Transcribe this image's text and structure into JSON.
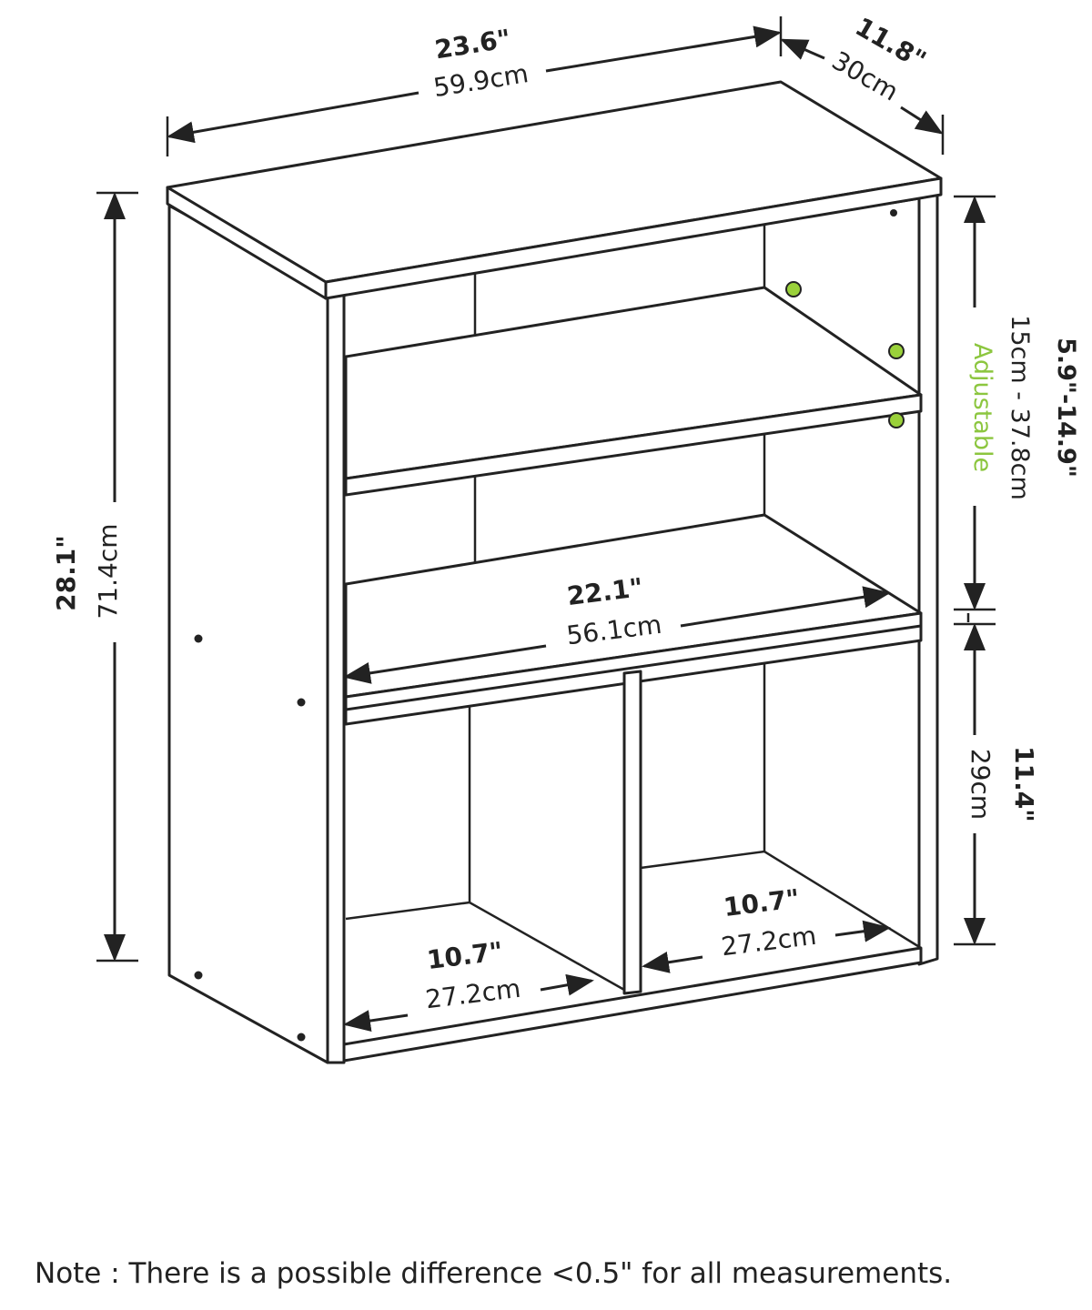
{
  "dimensions": {
    "width": {
      "imperial": "23.6\"",
      "metric": "59.9cm"
    },
    "depth": {
      "imperial": "11.8\"",
      "metric": "30cm"
    },
    "height": {
      "imperial": "28.1\"",
      "metric": "71.4cm"
    },
    "adjustable_shelf": {
      "imperial": "5.9\"-14.9\"",
      "metric": "15cm - 37.8cm",
      "label": "Adjustable"
    },
    "bottom_height": {
      "imperial": "11.4\"",
      "metric": "29cm"
    },
    "inner_width": {
      "imperial": "22.1\"",
      "metric": "56.1cm"
    },
    "cubby_left": {
      "imperial": "10.7\"",
      "metric": "27.2cm"
    },
    "cubby_right": {
      "imperial": "10.7\"",
      "metric": "27.2cm"
    }
  },
  "note": "Note : There is a possible difference <0.5\" for all measurements.",
  "colors": {
    "line": "#222222",
    "accent": "#9ad13a",
    "background": "#ffffff"
  }
}
